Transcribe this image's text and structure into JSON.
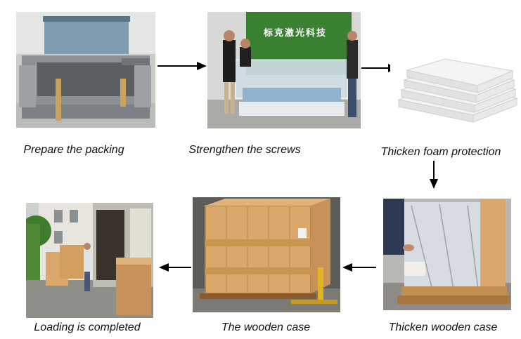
{
  "steps": [
    {
      "caption": "Prepare the packing",
      "photo": "laser-cutting-machine"
    },
    {
      "caption": "Strengthen the screws",
      "photo": "workers-with-wrapped-machine",
      "sign_text": "标克激光科技"
    },
    {
      "caption": "Thicken foam protection",
      "photo": "stacked-foam-sheets"
    },
    {
      "caption": "Thicken wooden case",
      "photo": "wooden-case-with-foil"
    },
    {
      "caption": "The wooden case",
      "photo": "closed-wooden-crate-on-pallet-jack"
    },
    {
      "caption": "Loading is completed",
      "photo": "crates-loaded-into-truck"
    }
  ],
  "arrows": [
    "right",
    "right",
    "down",
    "left",
    "left"
  ],
  "colors": {
    "arrow": "#000000",
    "wood": "#d9a86a",
    "background": "#ffffff"
  }
}
